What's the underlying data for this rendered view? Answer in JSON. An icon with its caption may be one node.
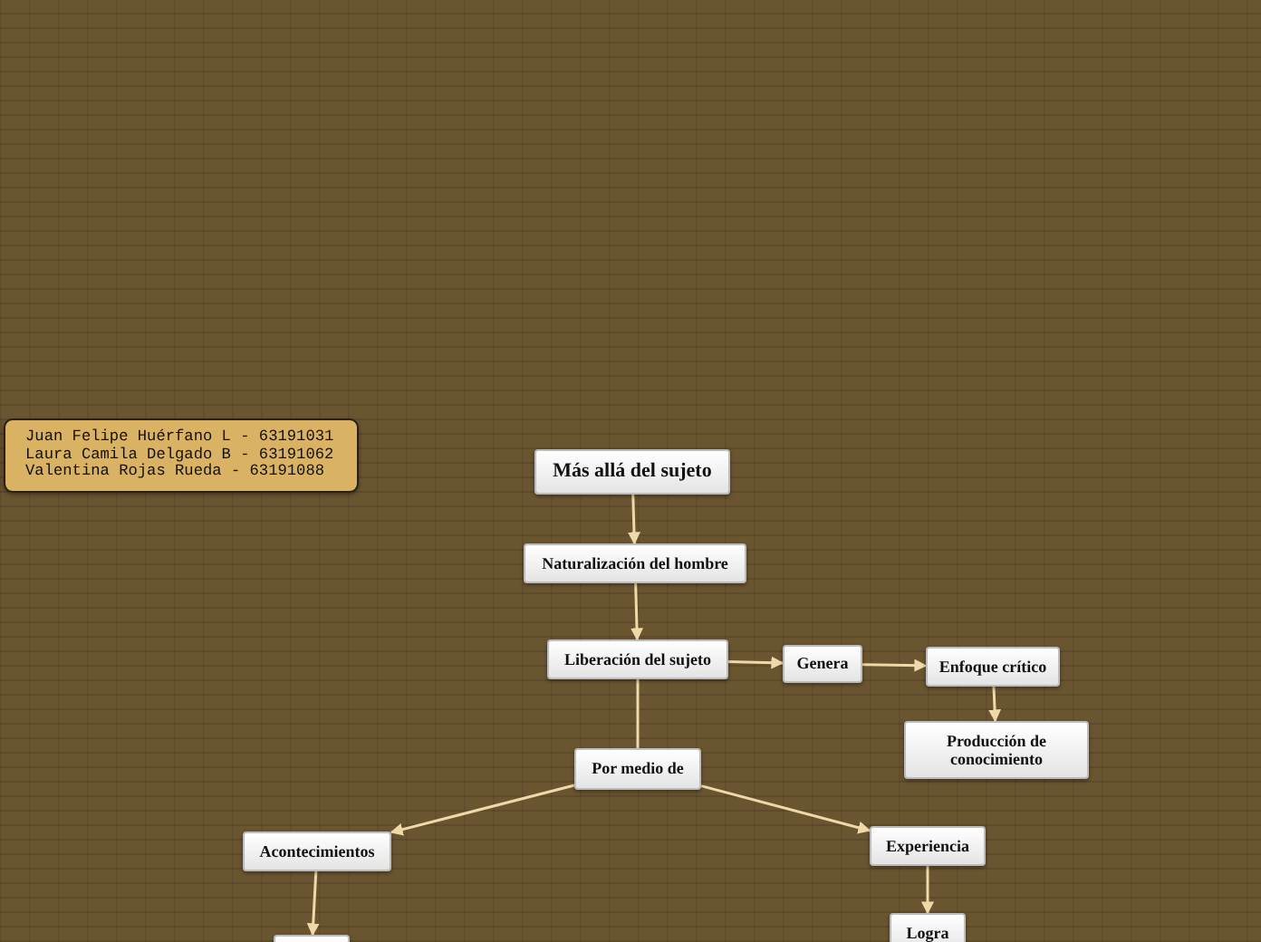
{
  "diagram": {
    "nodes": [
      {
        "text": [
          "Juan Felipe Huérfano L - 63191031",
          "Laura Camila Delgado B - 63191062",
          "Valentina Rojas Rueda - 63191088"
        ]
      },
      {
        "text": [
          "Más allá del sujeto"
        ]
      },
      {
        "text": [
          "Naturalización del hombre"
        ]
      },
      {
        "text": [
          "Liberación del sujeto"
        ]
      },
      {
        "text": [
          "Genera"
        ]
      },
      {
        "text": [
          "Enfoque crítico"
        ]
      },
      {
        "text": [
          "Producción de conocimiento"
        ]
      },
      {
        "text": [
          "Por medio de"
        ]
      },
      {
        "text": [
          "Acontecimientos"
        ]
      },
      {
        "text": [
          "Experiencia"
        ]
      },
      {
        "text": [],
        "shape": "box"
      },
      {
        "text": [
          "Logra"
        ]
      }
    ],
    "edges": [
      {
        "from": 1,
        "to": 2,
        "arrow": "to"
      },
      {
        "from": 2,
        "to": 3,
        "arrow": "to"
      },
      {
        "from": 3,
        "to": 4,
        "arrow": "to"
      },
      {
        "from": 4,
        "to": 5,
        "arrow": "to"
      },
      {
        "from": 5,
        "to": 6,
        "arrow": "to"
      },
      {
        "from": 3,
        "to": 7,
        "arrow": "none"
      },
      {
        "from": 7,
        "to": 8,
        "arrow": "to"
      },
      {
        "from": 7,
        "to": 9,
        "arrow": "to"
      },
      {
        "from": 8,
        "to": 10,
        "arrow": "to"
      },
      {
        "from": 9,
        "to": 11,
        "arrow": "to"
      }
    ]
  }
}
